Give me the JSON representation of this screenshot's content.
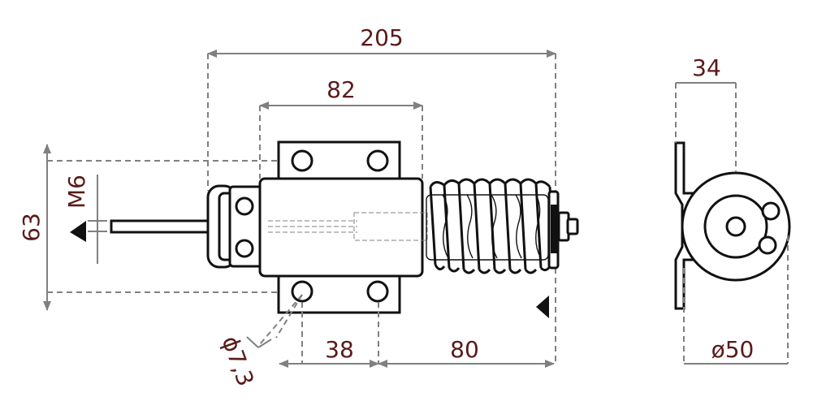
{
  "drawing": {
    "dimensions": {
      "overall_length": "205",
      "body_length": "82",
      "height": "63",
      "thread": "M6",
      "hole_diameter": "ϕ7,3",
      "hole_spacing": "38",
      "hole_to_end": "80",
      "bracket_width": "34",
      "diameter": "ø50"
    },
    "colors": {
      "label": "#5a1a1a",
      "dimension_line": "#808080",
      "outline": "#111111"
    }
  }
}
